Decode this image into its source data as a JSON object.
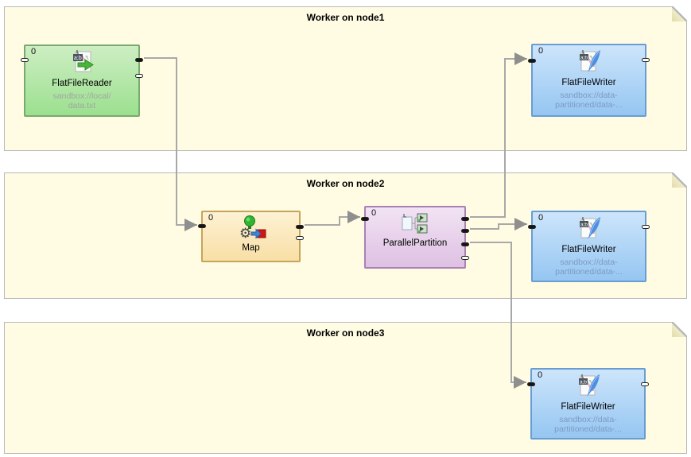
{
  "diagram": {
    "containers": [
      {
        "title": "Worker on node1"
      },
      {
        "title": "Worker on node2"
      },
      {
        "title": "Worker on node3"
      }
    ],
    "components": [
      {
        "id": "FlatFileReader",
        "badge": "0",
        "label": "FlatFileReader",
        "subtitle_line1": "sandbox://local/",
        "subtitle_line2": "data.txt",
        "icon": "flat-file-reader-icon"
      },
      {
        "id": "FlatFileWriter1",
        "badge": "0",
        "label": "FlatFileWriter",
        "subtitle_line1": "sandbox://data-",
        "subtitle_line2": "partitioned/data-...",
        "icon": "flat-file-writer-icon"
      },
      {
        "id": "Map",
        "badge": "0",
        "label": "Map",
        "icon": "map-transform-icon"
      },
      {
        "id": "ParallelPartition",
        "badge": "0",
        "label": "ParallelPartition",
        "icon": "parallel-partition-icon"
      },
      {
        "id": "FlatFileWriter2",
        "badge": "0",
        "label": "FlatFileWriter",
        "subtitle_line1": "sandbox://data-",
        "subtitle_line2": "partitioned/data-...",
        "icon": "flat-file-writer-icon"
      },
      {
        "id": "FlatFileWriter3",
        "badge": "0",
        "label": "FlatFileWriter",
        "subtitle_line1": "sandbox://data-",
        "subtitle_line2": "partitioned/data-...",
        "icon": "flat-file-writer-icon"
      }
    ],
    "edges": [
      {
        "from": "FlatFileReader:out0",
        "to": "Map:in0"
      },
      {
        "from": "Map:out0",
        "to": "ParallelPartition:in0"
      },
      {
        "from": "ParallelPartition:out0",
        "to": "FlatFileWriter1:in0"
      },
      {
        "from": "ParallelPartition:out1",
        "to": "FlatFileWriter2:in0"
      },
      {
        "from": "ParallelPartition:out2",
        "to": "FlatFileWriter3:in0"
      }
    ],
    "colors": {
      "note_bg": "#fffce3",
      "note_border": "#b9b9b9",
      "reader_fill_top": "#cdeec3",
      "reader_fill": "#9ce08f",
      "reader_border": "#7aa96f",
      "writer_fill_top": "#cde5fb",
      "writer_fill": "#95c6f2",
      "writer_border": "#699dd2",
      "map_fill_top": "#fdf2d4",
      "map_fill": "#f8dfa5",
      "map_border": "#c7a45b",
      "partition_fill_top": "#f2e3f4",
      "partition_fill": "#dec1e3",
      "partition_border": "#a981b3",
      "edge": "#a8a8a8",
      "reader_subtitle": "#a0a6a0",
      "writer_subtitle": "#7e9ac2"
    }
  }
}
